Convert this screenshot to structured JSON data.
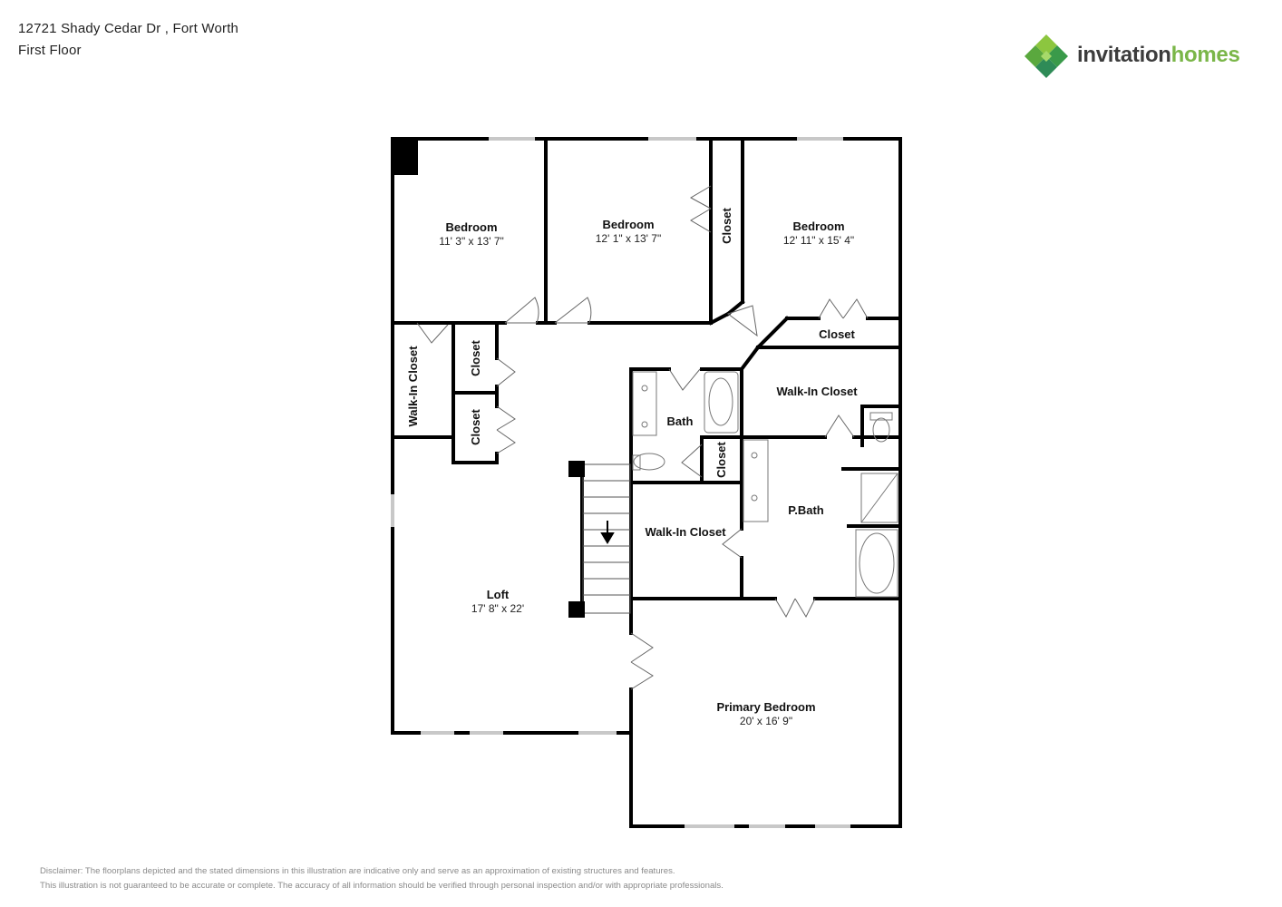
{
  "header": {
    "address": "12721 Shady Cedar Dr , Fort Worth",
    "floor": "First Floor"
  },
  "logo": {
    "word1": "invitation",
    "word2": "homes",
    "colors": {
      "dark": "#3c3c3c",
      "green": "#7ab648",
      "mark_light": "#8cc63f",
      "mark_dark": "#2e8b57"
    }
  },
  "rooms": {
    "bedroom1": {
      "name": "Bedroom",
      "dims": "11' 3\" x 13' 7\""
    },
    "bedroom2": {
      "name": "Bedroom",
      "dims": "12' 1\" x 13' 7\""
    },
    "bedroom3": {
      "name": "Bedroom",
      "dims": "12' 11\" x 15' 4\""
    },
    "closet_b2": {
      "name": "Closet"
    },
    "closet_b3": {
      "name": "Closet"
    },
    "walkin_left": {
      "name": "Walk-In Closet"
    },
    "closet_hall1": {
      "name": "Closet"
    },
    "closet_hall2": {
      "name": "Closet"
    },
    "bath": {
      "name": "Bath"
    },
    "closet_bath": {
      "name": "Closet"
    },
    "walkin_upper": {
      "name": "Walk-In Closet"
    },
    "walkin_mid": {
      "name": "Walk-In Closet"
    },
    "pbath": {
      "name": "P.Bath"
    },
    "loft": {
      "name": "Loft",
      "dims": "17' 8\" x 22'"
    },
    "primary": {
      "name": "Primary Bedroom",
      "dims": "20' x 16' 9\""
    }
  },
  "disclaimer": {
    "line1": "Disclaimer: The floorplans depicted and the stated dimensions in this illustration are indicative only and serve as an approximation of existing structures and features.",
    "line2": "This illustration is not guaranteed to be accurate or complete. The accuracy of all information should be verified through personal inspection and/or with appropriate professionals."
  }
}
